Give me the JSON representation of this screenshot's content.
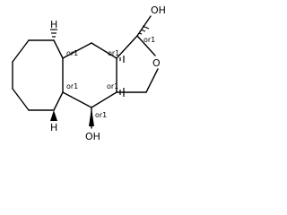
{
  "structure": {
    "atom_labels": {
      "oh_top": "OH",
      "o_ring": "O",
      "oh_bottom": "OH",
      "h_top": "H",
      "h_bottom": "H"
    },
    "stereo_labels": {
      "c1": "or1",
      "c9a": "or1",
      "c8a": "or1",
      "c3a": "or1",
      "c4a": "or1",
      "c4": "or1"
    }
  }
}
